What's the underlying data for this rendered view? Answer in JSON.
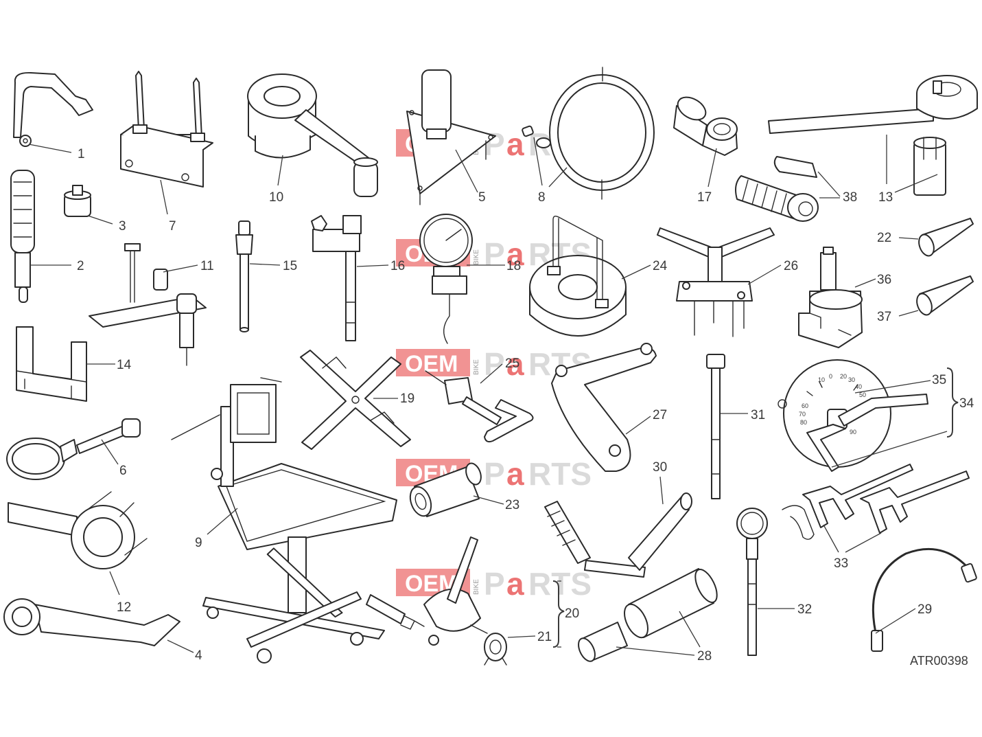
{
  "diagram": {
    "code": "ATR00398",
    "watermark": {
      "oem": "OEM",
      "bike": "BIKE",
      "p": "P",
      "a": "a",
      "rts": "RTS"
    },
    "colors": {
      "line": "#2a2a2a",
      "label": "#3a3a3a",
      "watermark_red": "#e53a3a",
      "watermark_grey": "#bdbdbd"
    },
    "labels": {
      "l1": "1",
      "l2": "2",
      "l3": "3",
      "l4": "4",
      "l5": "5",
      "l6": "6",
      "l7": "7",
      "l8": "8",
      "l9": "9",
      "l10": "10",
      "l11": "11",
      "l12": "12",
      "l13": "13",
      "l14": "14",
      "l15": "15",
      "l16": "16",
      "l17": "17",
      "l18": "18",
      "l19": "19",
      "l20": "20",
      "l21": "21",
      "l22": "22",
      "l23": "23",
      "l24": "24",
      "l25": "25",
      "l26": "26",
      "l27": "27",
      "l28": "28",
      "l29": "29",
      "l30": "30",
      "l31": "31",
      "l32": "32",
      "l33": "33",
      "l34": "34",
      "l35": "35",
      "l36": "36",
      "l37": "37",
      "l38": "38"
    },
    "dial": {
      "t0": "0",
      "t10": "10",
      "t20": "20",
      "t30": "30",
      "t40": "40",
      "t50": "50",
      "t60": "60",
      "t70": "70",
      "t80": "80",
      "t90": "90"
    }
  }
}
